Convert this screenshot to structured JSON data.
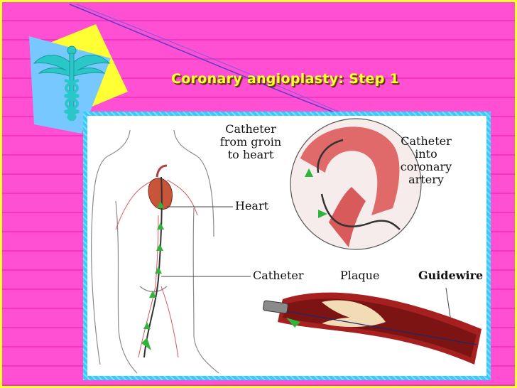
{
  "slide": {
    "title": "Coronary angioplasty: Step 1",
    "logo": {
      "icon": "caduceus-icon",
      "color": "#2ec4c4",
      "diamond_colors": [
        "#ffff33",
        "#6ec6ff"
      ]
    },
    "colors": {
      "background": "#ff4fd3",
      "border": "#ffff33",
      "frame": "#33ccff",
      "title": "#ffff33"
    }
  },
  "diagram": {
    "labels": {
      "catheter_groin": [
        "Catheter",
        "from groin",
        "to heart"
      ],
      "heart": "Heart",
      "catheter_coronary": [
        "Catheter",
        "into",
        "coronary",
        "artery"
      ],
      "catheter": "Catheter",
      "plaque": "Plaque",
      "guidewire": "Guidewire"
    },
    "icons": [
      "body-outline-icon",
      "heart-icon",
      "magnified-aorta-icon",
      "artery-cross-section-icon",
      "green-arrow-icon"
    ]
  }
}
